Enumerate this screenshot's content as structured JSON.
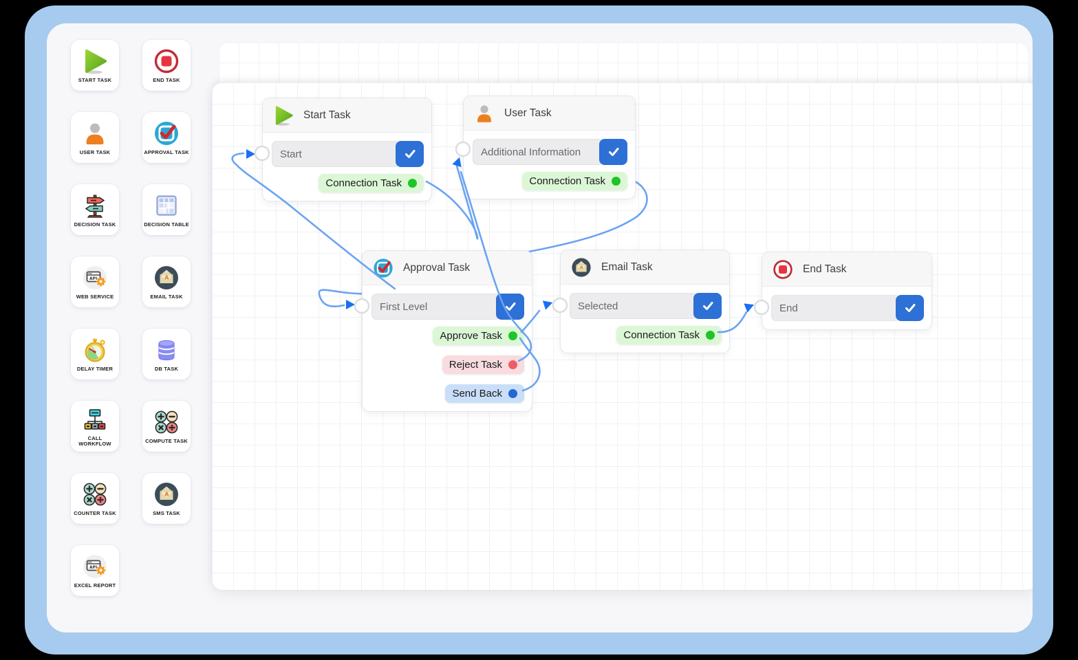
{
  "palette": {
    "items": [
      {
        "label": "START TASK",
        "icon": "start-task-icon"
      },
      {
        "label": "END TASK",
        "icon": "end-task-icon"
      },
      {
        "label": "USER TASK",
        "icon": "user-task-icon"
      },
      {
        "label": "APPROVAL TASK",
        "icon": "approval-task-icon"
      },
      {
        "label": "DECISION TASK",
        "icon": "decision-task-icon"
      },
      {
        "label": "DECISION TABLE",
        "icon": "decision-table-icon"
      },
      {
        "label": "WEB SERVICE",
        "icon": "web-service-icon"
      },
      {
        "label": "EMAIL TASK",
        "icon": "email-task-icon"
      },
      {
        "label": "DELAY TIMER",
        "icon": "delay-timer-icon"
      },
      {
        "label": "DB TASK",
        "icon": "db-task-icon"
      },
      {
        "label": "CALL WORKFLOW",
        "icon": "call-workflow-icon"
      },
      {
        "label": "COMPUTE TASK",
        "icon": "compute-task-icon"
      },
      {
        "label": "COUNTER TASK",
        "icon": "counter-task-icon"
      },
      {
        "label": "SMS TASK",
        "icon": "sms-task-icon"
      },
      {
        "label": "EXCEL REPORT",
        "icon": "excel-report-icon"
      }
    ]
  },
  "nodes": [
    {
      "id": "start",
      "title": "Start Task",
      "icon": "start-task-icon",
      "value": "Start",
      "outputs": [
        {
          "label": "Connection Task",
          "type": "success"
        }
      ]
    },
    {
      "id": "user",
      "title": "User Task",
      "icon": "user-task-icon",
      "value": "Additional Information",
      "outputs": [
        {
          "label": "Connection Task",
          "type": "success"
        }
      ]
    },
    {
      "id": "approval",
      "title": "Approval Task",
      "icon": "approval-task-icon",
      "value": "First Level",
      "outputs": [
        {
          "label": "Approve Task",
          "type": "success"
        },
        {
          "label": "Reject Task",
          "type": "danger"
        },
        {
          "label": "Send Back",
          "type": "info"
        }
      ]
    },
    {
      "id": "email",
      "title": "Email Task",
      "icon": "email-task-icon",
      "value": "Selected",
      "outputs": [
        {
          "label": "Connection Task",
          "type": "success"
        }
      ]
    },
    {
      "id": "end",
      "title": "End Task",
      "icon": "end-task-icon",
      "value": "End",
      "outputs": []
    }
  ],
  "colors": {
    "accent_button": "#2d70d6",
    "link_line": "#6aa3f2",
    "arrow_head": "#1a70f2",
    "frame_blue": "#a6cbee",
    "success_bg": "#dcf7d6",
    "success_dot": "#1fc428",
    "danger_bg": "#f9dcdf",
    "danger_dot": "#ef5b66",
    "info_bg": "#c9def8",
    "info_dot": "#2368d2"
  }
}
